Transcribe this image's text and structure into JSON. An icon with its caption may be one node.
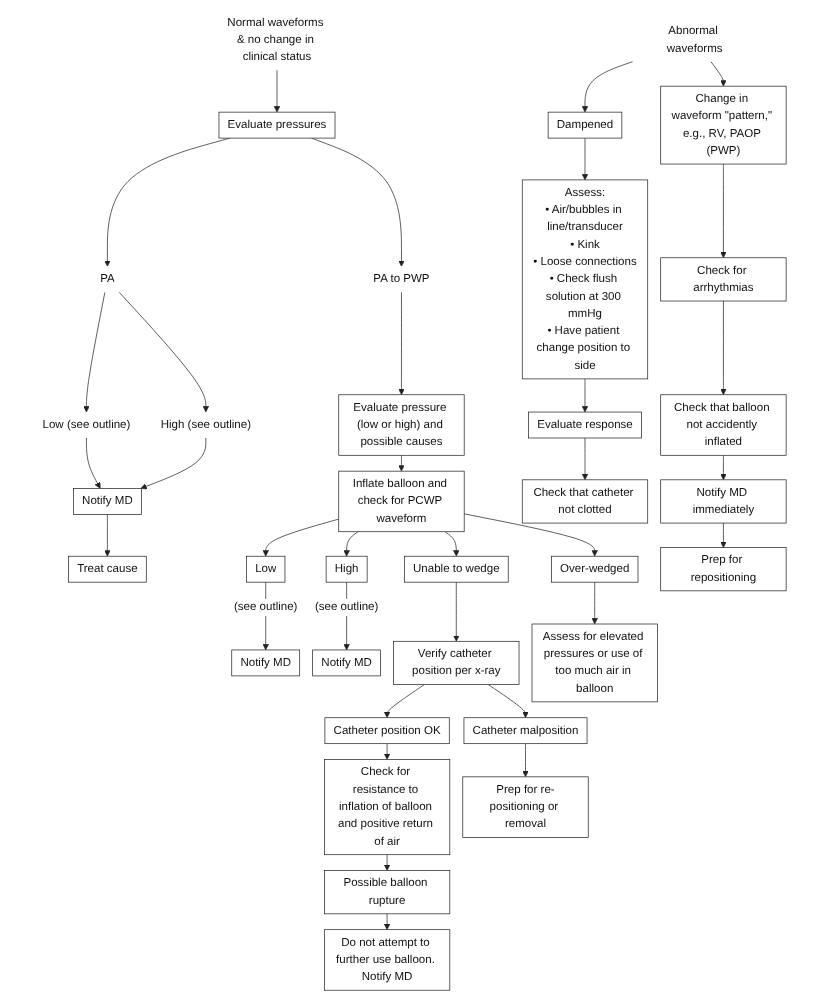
{
  "diagram": {
    "nodes": [
      {
        "text": [
          "Normal waveforms & no change in clinical status"
        ]
      },
      {
        "text": [
          "Evaluate pressures"
        ]
      },
      {
        "text": [
          "PA"
        ]
      },
      {
        "text": [
          "PA to PWP"
        ]
      },
      {
        "text": [
          "Low (see outline)"
        ]
      },
      {
        "text": [
          "High (see outline)"
        ]
      },
      {
        "text": [
          "Notify MD"
        ]
      },
      {
        "text": [
          "Treat cause"
        ]
      },
      {
        "text": [
          "Evaluate pressure (low or high) and possible causes"
        ]
      },
      {
        "text": [
          "Inflate balloon and check for PCWP waveform"
        ]
      },
      {
        "text": [
          "Abnormal waveforms"
        ]
      },
      {
        "text": [
          "Dampened"
        ]
      },
      {
        "text": [
          "Assess:",
          "• Air/bubbles in line/transducer",
          "• Kink",
          "• Loose connections",
          "• Check flush solution at 300 mmHg",
          "• Have patient change position to side"
        ]
      },
      {
        "text": [
          "Evaluate response"
        ]
      },
      {
        "text": [
          "Check that catheter not clotted"
        ]
      },
      {
        "text": [
          "Change in waveform \"pattern,\" e.g., RV, PAOP (PWP)"
        ]
      },
      {
        "text": [
          "Check for arrhythmias"
        ]
      },
      {
        "text": [
          "Check that balloon not accidently inflated"
        ]
      },
      {
        "text": [
          "Notify MD immediately"
        ]
      },
      {
        "text": [
          "Prep for repositioning"
        ]
      },
      {
        "text": [
          "Low"
        ]
      },
      {
        "text": [
          "High"
        ]
      },
      {
        "text": [
          "Unable to wedge"
        ]
      },
      {
        "text": [
          "Over-wedged"
        ]
      },
      {
        "text": [
          "Notify MD"
        ]
      },
      {
        "text": [
          "Notify MD"
        ]
      },
      {
        "text": [
          "Verify catheter position per x-ray"
        ]
      },
      {
        "text": [
          "Assess for elevated pressures or use of too much air in balloon"
        ]
      },
      {
        "text": [
          "Catheter position OK"
        ]
      },
      {
        "text": [
          "Catheter malposition"
        ]
      },
      {
        "text": [
          "Check for resistance to inflation of balloon and positive return of air"
        ]
      },
      {
        "text": [
          "Prep for re-positioning or removal"
        ]
      },
      {
        "text": [
          "Possible balloon rupture"
        ]
      },
      {
        "text": [
          "Do not attempt to further use balloon. Notify MD"
        ]
      }
    ],
    "edges": [
      {
        "from": 0,
        "to": 1,
        "arrow": "to"
      },
      {
        "from": 1,
        "to": 2,
        "arrow": "to"
      },
      {
        "from": 1,
        "to": 3,
        "arrow": "to"
      },
      {
        "from": 2,
        "to": 4,
        "arrow": "to"
      },
      {
        "from": 2,
        "to": 5,
        "arrow": "to"
      },
      {
        "from": 4,
        "to": 6,
        "arrow": "to"
      },
      {
        "from": 5,
        "to": 6,
        "arrow": "to"
      },
      {
        "from": 6,
        "to": 7,
        "arrow": "to"
      },
      {
        "from": 3,
        "to": 8,
        "arrow": "to"
      },
      {
        "from": 8,
        "to": 9,
        "arrow": "to"
      },
      {
        "from": 9,
        "to": 20,
        "arrow": "to"
      },
      {
        "from": 9,
        "to": 21,
        "arrow": "to"
      },
      {
        "from": 9,
        "to": 22,
        "arrow": "to"
      },
      {
        "from": 9,
        "to": 23,
        "arrow": "to"
      },
      {
        "from": 10,
        "to": 11,
        "arrow": "to"
      },
      {
        "from": 10,
        "to": 15,
        "arrow": "to"
      },
      {
        "from": 11,
        "to": 12,
        "arrow": "to"
      },
      {
        "from": 12,
        "to": 13,
        "arrow": "to"
      },
      {
        "from": 13,
        "to": 14,
        "arrow": "to"
      },
      {
        "from": 15,
        "to": 16,
        "arrow": "to"
      },
      {
        "from": 16,
        "to": 17,
        "arrow": "to"
      },
      {
        "from": 17,
        "to": 18,
        "arrow": "to"
      },
      {
        "from": 18,
        "to": 19,
        "arrow": "to"
      },
      {
        "from": 20,
        "to": 24,
        "arrow": "to",
        "label": "(see outline)"
      },
      {
        "from": 21,
        "to": 25,
        "arrow": "to",
        "label": "(see outline)"
      },
      {
        "from": 22,
        "to": 26,
        "arrow": "to"
      },
      {
        "from": 23,
        "to": 27,
        "arrow": "to"
      },
      {
        "from": 26,
        "to": 28,
        "arrow": "to"
      },
      {
        "from": 26,
        "to": 29,
        "arrow": "to"
      },
      {
        "from": 28,
        "to": 30,
        "arrow": "to"
      },
      {
        "from": 29,
        "to": 31,
        "arrow": "to"
      },
      {
        "from": 30,
        "to": 32,
        "arrow": "to"
      },
      {
        "from": 32,
        "to": 33,
        "arrow": "to"
      }
    ]
  }
}
